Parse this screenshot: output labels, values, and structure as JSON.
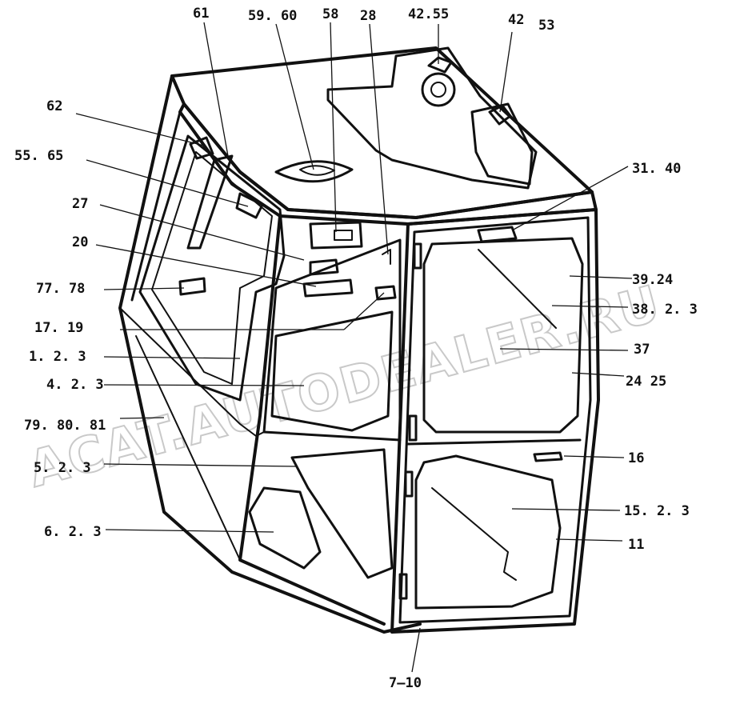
{
  "diagram": {
    "watermark": "ACAT.AUTODEALER.RU",
    "callouts": {
      "c61": "61",
      "c59_60": "59. 60",
      "c58": "58",
      "c28": "28",
      "c42_55": "42.55",
      "c42": "42",
      "c53": "53",
      "c62": "62",
      "c55_65": "55. 65",
      "c27": "27",
      "c20": "20",
      "c77_78": "77. 78",
      "c17_19": "17. 19",
      "c1_2_3": "1. 2. 3",
      "c4_2_3": "4. 2. 3",
      "c79_80_81": "79. 80. 81",
      "c5_2_3": "5. 2. 3",
      "c6_2_3": "6. 2. 3",
      "c31_40": "31. 40",
      "c39_24": "39.24",
      "c38_2_3": "38. 2. 3",
      "c37": "37",
      "c24_25": "24  25",
      "c16": "16",
      "c15_2_3": "15. 2. 3",
      "c11": "11",
      "c7_10": "7—10"
    }
  }
}
